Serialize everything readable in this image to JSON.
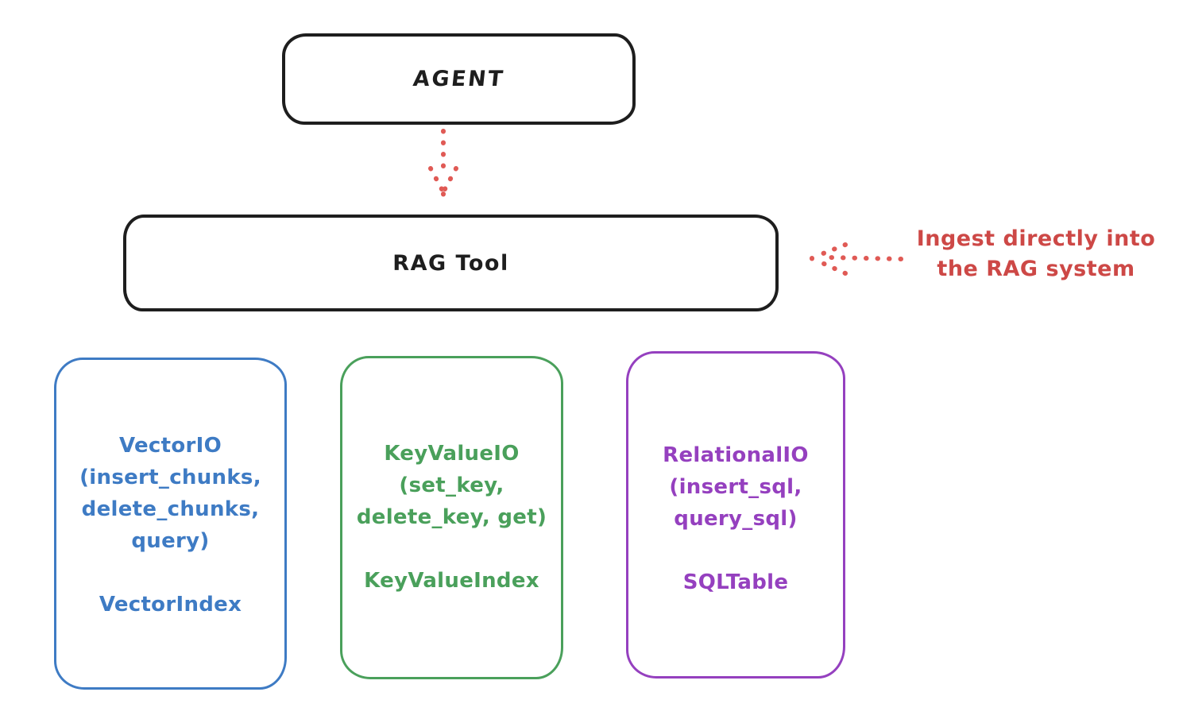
{
  "diagram": {
    "background_color": "#ffffff",
    "ink_color": "#1e1e1e",
    "agent_box": {
      "label": "AGENT",
      "color": "#1e1e1e"
    },
    "rag_tool_box": {
      "label": "RAG Tool",
      "color": "#1e1e1e"
    },
    "annotation": {
      "line1": "Ingest directly into",
      "line2": "the RAG system",
      "color": "#cd4846"
    },
    "arrows": {
      "agent_to_rag_tool": {
        "icon": "dotted-arrow-down",
        "color": "#e05a55"
      },
      "annotation_to_rag_tool": {
        "icon": "dotted-arrow-left",
        "color": "#e05a55"
      }
    },
    "io_boxes": [
      {
        "id": "vector-io",
        "color": "#3e7bc4",
        "title_lines": [
          "VectorIO",
          "(insert_chunks,",
          "delete_chunks,",
          "query)"
        ],
        "index_label": "VectorIndex"
      },
      {
        "id": "keyvalue-io",
        "color": "#4aa05b",
        "title_lines": [
          "KeyValueIO",
          "(set_key,",
          "delete_key, get)"
        ],
        "index_label": "KeyValueIndex"
      },
      {
        "id": "relational-io",
        "color": "#9540bf",
        "title_lines": [
          "RelationalIO",
          "(insert_sql,",
          "query_sql)"
        ],
        "index_label": "SQLTable"
      }
    ]
  }
}
